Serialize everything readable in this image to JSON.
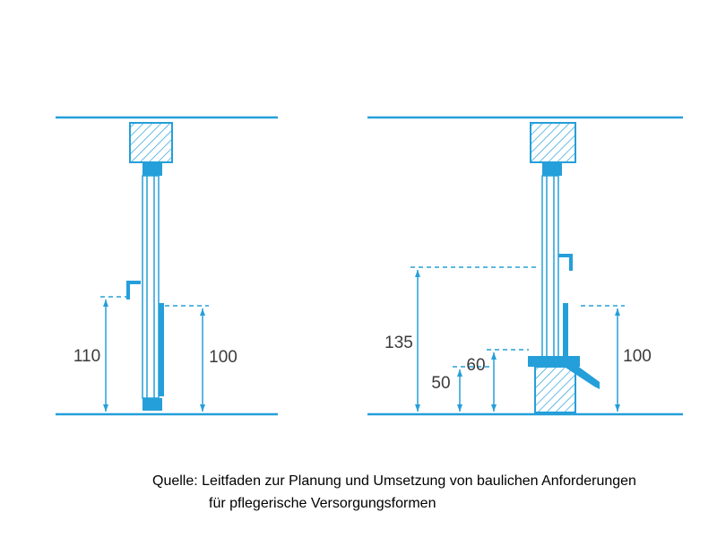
{
  "diagram": {
    "left_section": {
      "dim_110": "110",
      "dim_100": "100"
    },
    "right_section": {
      "dim_135": "135",
      "dim_50": "50",
      "dim_60": "60",
      "dim_100": "100"
    }
  },
  "caption": {
    "line1": "Quelle: Leitfaden zur Planung und Umsetzung von baulichen Anforderungen",
    "line2": "für pflegerische Versorgungsformen"
  },
  "colors": {
    "diagram-line": "#259fd9",
    "dim-text": "#3b3b3b",
    "caption-text": "#000000"
  }
}
